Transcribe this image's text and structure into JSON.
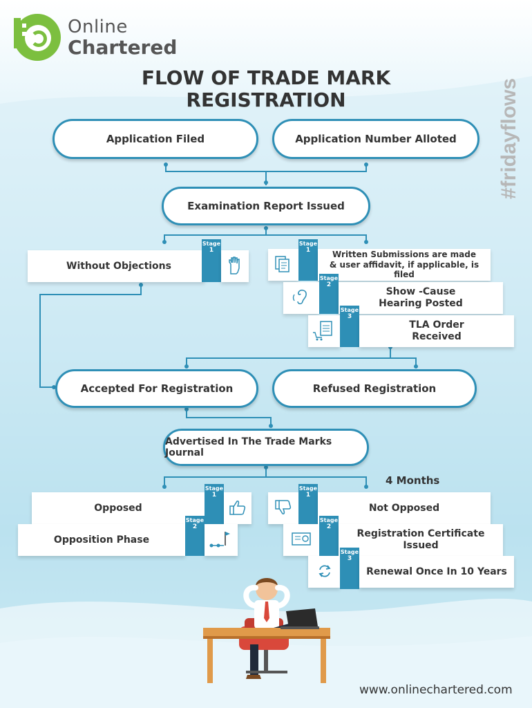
{
  "brand": {
    "line1": "Online",
    "line2": "Chartered"
  },
  "title": {
    "line1": "FLOW  OF TRADE MARK",
    "line2": "REGISTRATION"
  },
  "hashtag": "#fridayflows",
  "nodes": {
    "application_filed": "Application Filed",
    "application_number": "Application Number Alloted",
    "examination": "Examination Report Issued",
    "without_objections": "Without Objections",
    "written_submissions": "Written Submissions are made & user affidavit, if applicable, is filed",
    "show_cause": "Show -Cause Hearing Posted",
    "tla": "TLA Order Received",
    "accepted": "Accepted For Registration",
    "refused": "Refused Registration",
    "advertised": "Advertised In The Trade Marks Journal",
    "opposed": "Opposed",
    "opposition_phase": "Opposition Phase",
    "not_opposed": "Not Opposed",
    "certificate": "Registration Certificate Issued",
    "renewal": "Renewal Once In 10 Years"
  },
  "stage_word": "Stage",
  "stages": {
    "one": "1",
    "two": "2",
    "three": "3"
  },
  "months_label": "4 Months",
  "website": "www.onlinechartered.com",
  "colors": {
    "accent": "#2e8fb6",
    "brand_green": "#7cbf3f",
    "text": "#333333"
  },
  "icons": [
    "hand-stop-icon",
    "documents-icon",
    "ear-icon",
    "cart-document-icon",
    "thumbs-up-icon",
    "flag-path-icon",
    "thumbs-down-icon",
    "certificate-icon",
    "refresh-icon"
  ]
}
